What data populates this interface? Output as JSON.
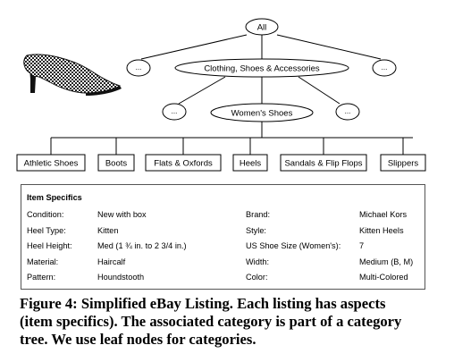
{
  "tree": {
    "root": "All",
    "level1_left": "...",
    "level1_main": "Clothing, Shoes & Accessories",
    "level1_right": "...",
    "level2_left": "...",
    "level2_main": "Women's Shoes",
    "level2_right": "...",
    "leaves": [
      "Athletic Shoes",
      "Boots",
      "Flats & Oxfords",
      "Heels",
      "Sandals & Flip Flops",
      "Slippers"
    ]
  },
  "specifics": {
    "title": "Item Specifics",
    "rows": [
      {
        "label1": "Condition:",
        "value1": "New with box",
        "label2": "Brand:",
        "value2": "Michael Kors"
      },
      {
        "label1": "Heel Type:",
        "value1": "Kitten",
        "label2": "Style:",
        "value2": "Kitten Heels"
      },
      {
        "label1": "Heel Height:",
        "value1": "Med (1 ¾ in. to 2 3/4 in.)",
        "label2": "US Shoe Size (Women's):",
        "value2": "7"
      },
      {
        "label1": "Material:",
        "value1": "Haircalf",
        "label2": "Width:",
        "value2": "Medium (B, M)"
      },
      {
        "label1": "Pattern:",
        "value1": "Houndstooth",
        "label2": "Color:",
        "value2": "Multi-Colored"
      }
    ]
  },
  "caption": {
    "line1": "Figure 4: Simplified eBay Listing. Each listing has aspects",
    "line2": "(item specifics). The associated category is part of a category",
    "line3": "tree. We use leaf nodes for categories."
  }
}
